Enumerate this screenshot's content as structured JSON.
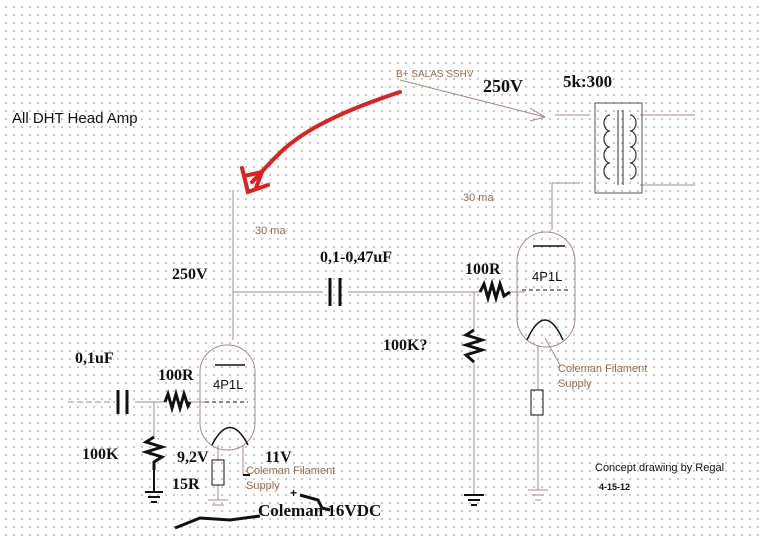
{
  "title": "All DHT  Head Amp",
  "labels": {
    "bplus": "B+  SALAS SSHV",
    "v_top": "250V",
    "transformer_ratio": "5k:300",
    "current_1": "30 ma",
    "current_2": "30 ma",
    "v_left": "250V",
    "coupling_cap": "0,1-0,47uF",
    "grid_r2": "100R",
    "tube_2": "4P1L",
    "grid_leak_2": "100K?",
    "filament_2_line1": "Coleman Filament",
    "filament_2_line2": "Supply",
    "input_cap": "0,1uF",
    "grid_r1": "100R",
    "tube_1": "4P1L",
    "grid_leak_1": "100K",
    "bias_v": "9,2V",
    "fil_v": "11V",
    "cathode_r": "15R",
    "filament_1_line1": "Coleman Filament",
    "filament_1_line2": "Supply",
    "plus_sign": "+",
    "coleman": "Coleman 16VDC",
    "credit": "Concept drawing by Regal",
    "date": "4-15-12"
  },
  "colors": {
    "wire": "#a58b86",
    "component": "#111111",
    "annotation": "#9c6b4a",
    "arrow": "#e02020",
    "grid_dot": "#b9b9b9"
  }
}
